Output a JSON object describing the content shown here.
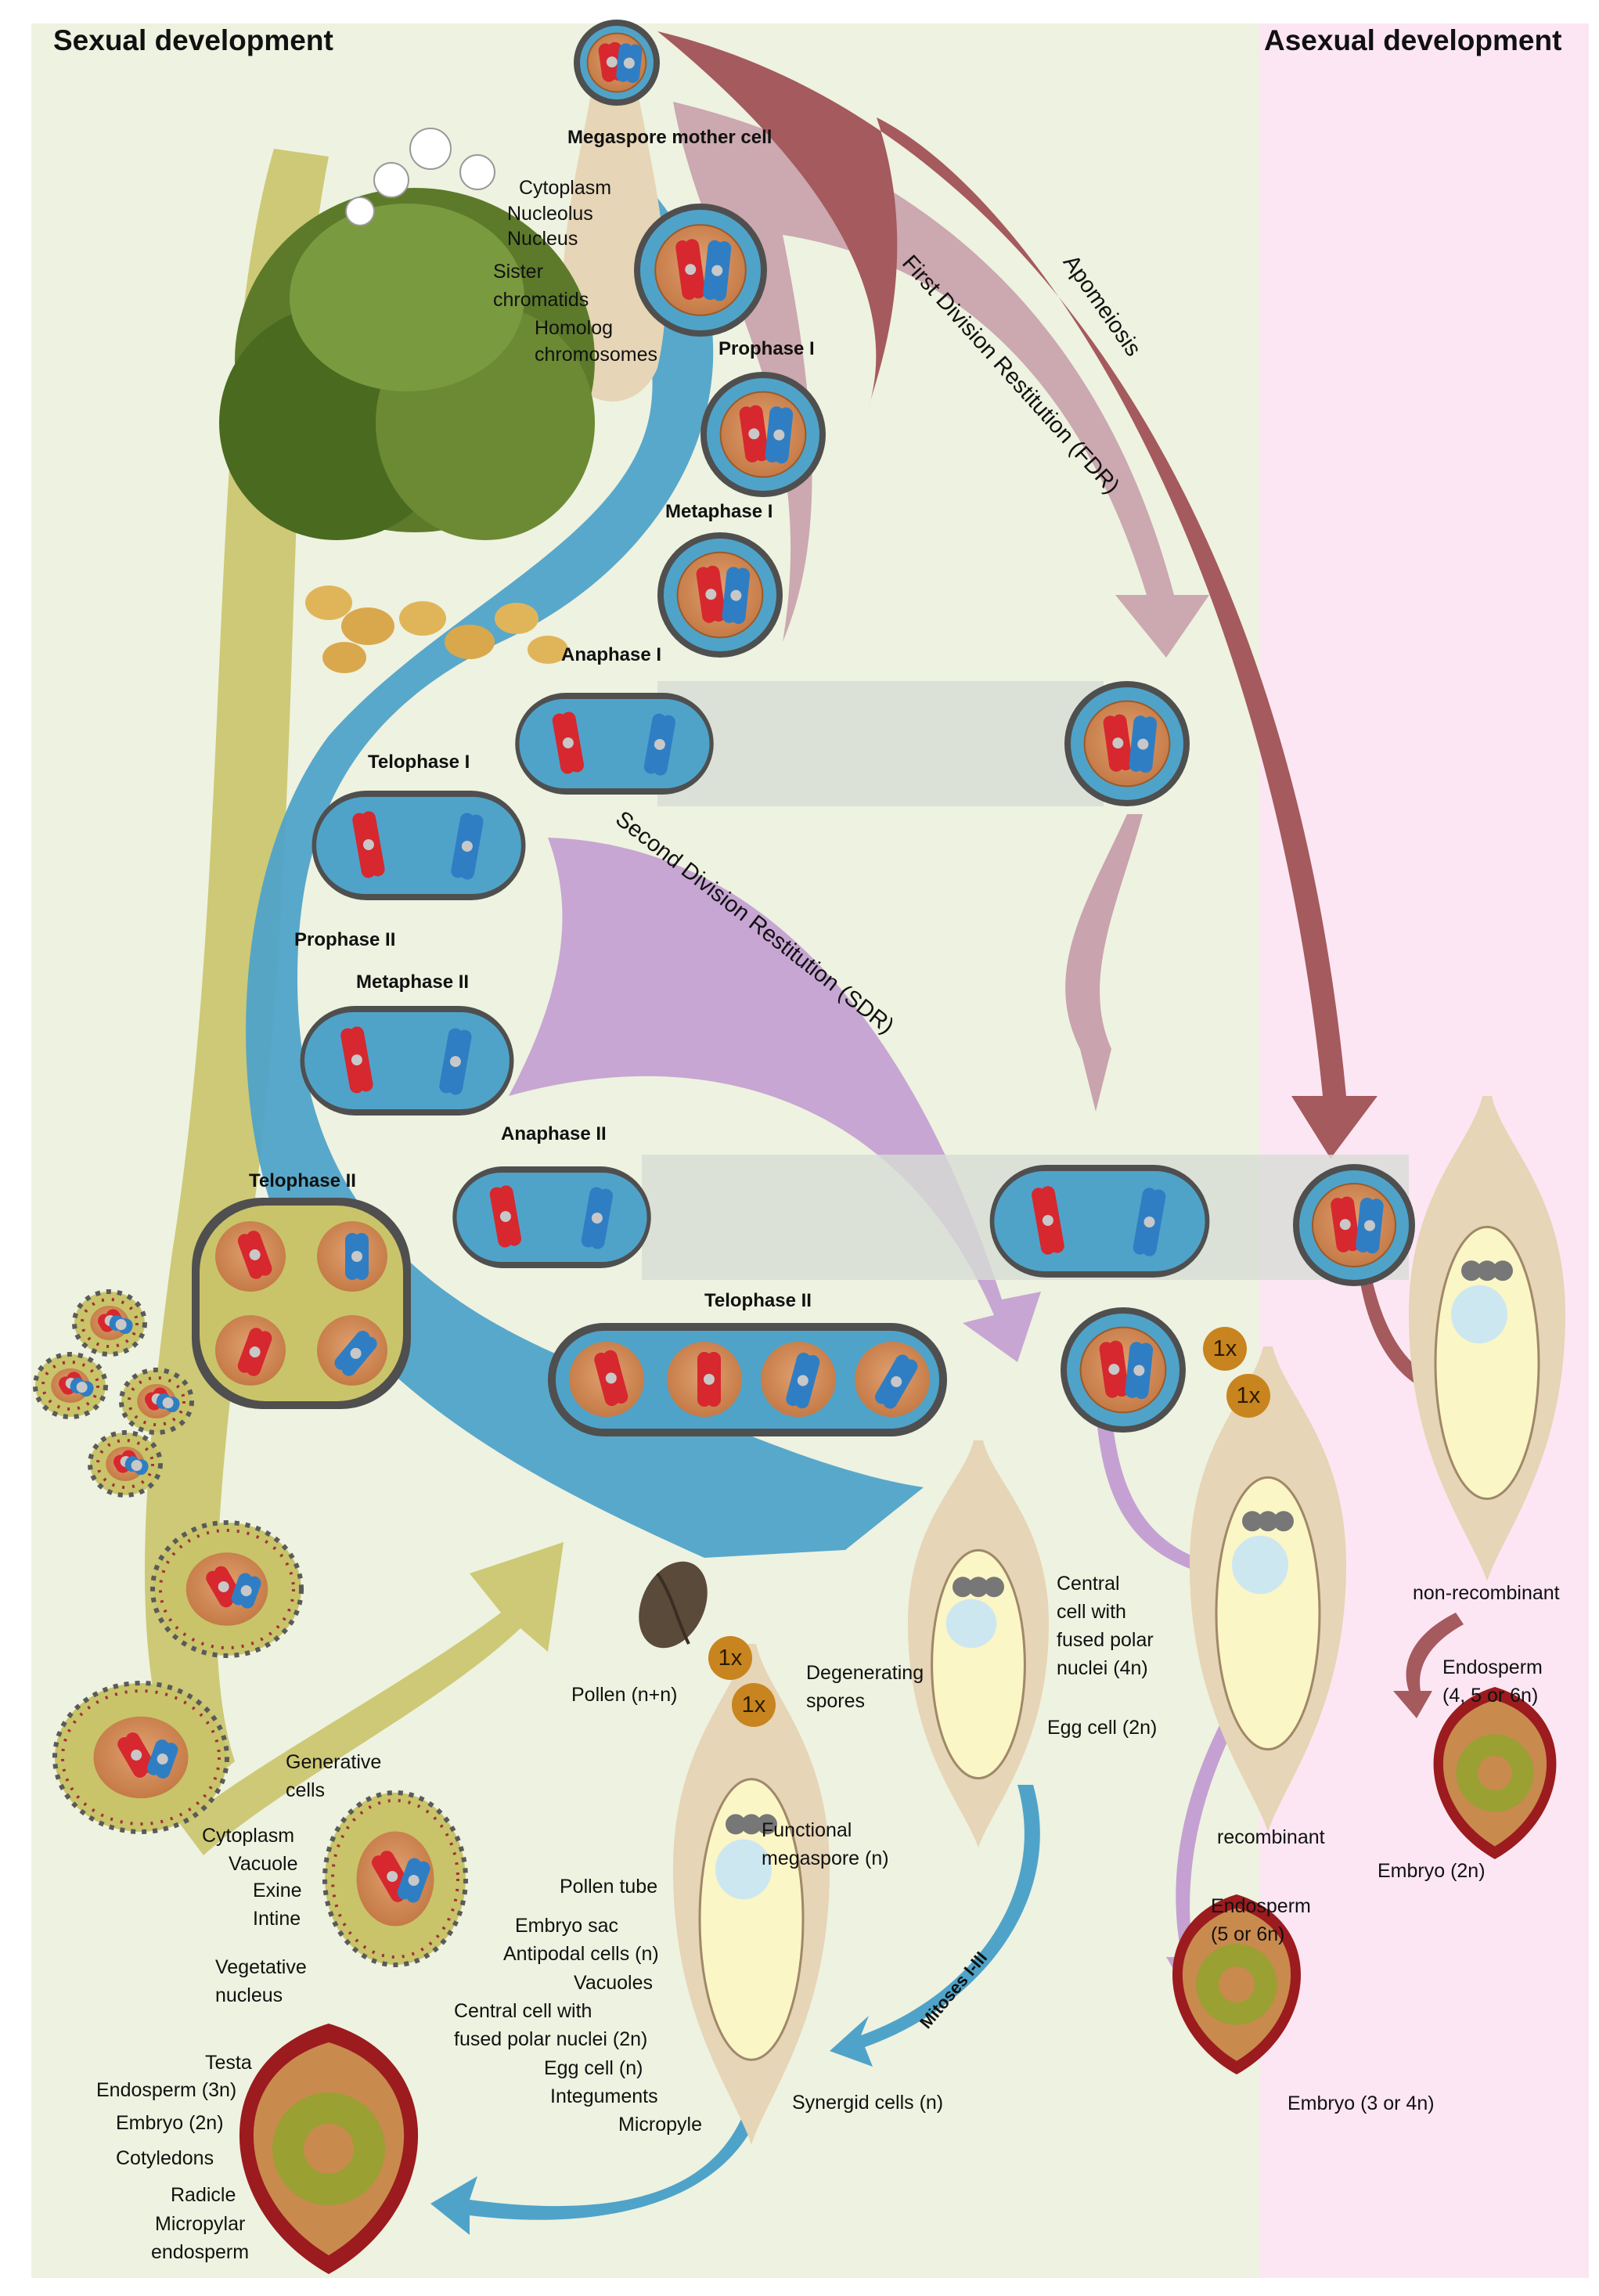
{
  "panels": {
    "sexual": "Sexual development",
    "asexual": "Asexual development"
  },
  "stages": {
    "megaspore_mother_cell": "Megaspore mother cell",
    "prophase_1": "Prophase I",
    "metaphase_1": "Metaphase I",
    "anaphase_1": "Anaphase I",
    "telophase_1": "Telophase I",
    "prophase_2": "Prophase II",
    "metaphase_2": "Metaphase II",
    "anaphase_2": "Anaphase II",
    "telophase_2_pollen": "Telophase II",
    "telophase_2_ovule": "Telophase II"
  },
  "cell_labels": {
    "cytoplasm": "Cytoplasm",
    "nucleolus": "Nucleolus",
    "nucleus": "Nucleus",
    "sister": "Sister",
    "chromatids": "chromatids",
    "homolog": "Homolog",
    "chromosomes": "chromosomes"
  },
  "pathways": {
    "apomeiosis": "Apomeiosis",
    "fdr": "First Division Restitution (FDR)",
    "sdr": "Second Division Restitution (SDR)",
    "mitoses": "Mitoses I-III"
  },
  "badges": [
    "1x",
    "1x",
    "1x",
    "1x"
  ],
  "pollen": {
    "generative_1": "Generative",
    "generative_2": "cells",
    "cytoplasm": "Cytoplasm",
    "vacuole": "Vacuole",
    "exine": "Exine",
    "intine": "Intine",
    "vegetative_1": "Vegetative",
    "vegetative_2": "nucleus",
    "pollen_grain": "Pollen (n+n)"
  },
  "ovule": {
    "degenerating_1": "Degenerating",
    "degenerating_2": "spores",
    "functional_1": "Functional",
    "functional_2": "megaspore (n)",
    "pollen_tube": "Pollen tube",
    "embryo_sac": "Embryo sac",
    "antipodal": "Antipodal cells (n)",
    "vacuoles": "Vacuoles",
    "central_1": "Central cell with",
    "central_2": "fused polar nuclei (2n)",
    "egg": "Egg cell (n)",
    "integuments": "Integuments",
    "micropyle": "Micropyle",
    "synergid": "Synergid cells (n)"
  },
  "seed": {
    "testa": "Testa",
    "endosperm": "Endosperm (3n)",
    "embryo": "Embryo (2n)",
    "cotyledons": "Cotyledons",
    "radicle": "Radicle",
    "micropylar_1": "Micropylar",
    "micropylar_2": "endosperm"
  },
  "unreduced": {
    "central_1": "Central",
    "central_2": "cell with",
    "central_3": "fused polar",
    "central_4": "nuclei (4n)",
    "egg": "Egg cell (2n)",
    "recombinant": "recombinant",
    "endosperm_1": "Endosperm",
    "endosperm_2": "(5 or 6n)",
    "embryo": "Embryo (3 or 4n)"
  },
  "asexual": {
    "non_recombinant": "non-recombinant",
    "endosperm_1": "Endosperm",
    "endosperm_2": "(4, 5 or 6n)",
    "embryo": "Embryo (2n)"
  },
  "colors": {
    "sexual_bg": "#eef2e0",
    "asexual_bg": "#fce6f3",
    "blue_arrow": "#4fa3c9",
    "olive_arrow": "#c9c46a",
    "fdr_arrow": "#c9a3ad",
    "apomeiosis_arrow": "#a55a5e",
    "sdr_arrow": "#c4a1d2",
    "chromosome_red": "#d6282e",
    "chromosome_blue": "#2f7ec4",
    "nucleus": "#d08b55",
    "seed_coat": "#9b1b1e"
  }
}
